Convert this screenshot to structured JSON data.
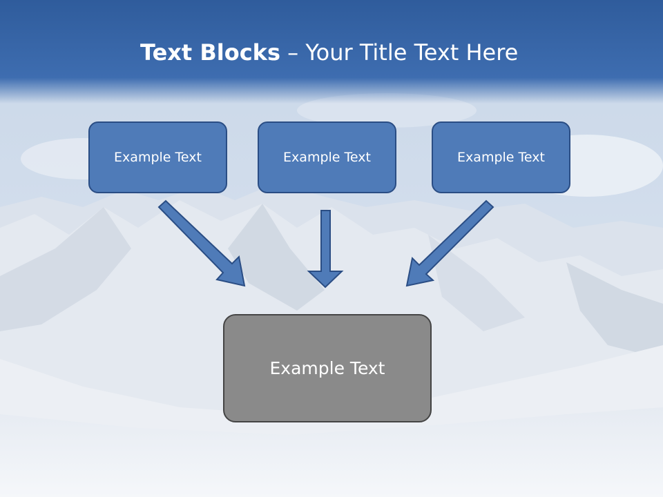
{
  "title": {
    "bold": "Text Blocks",
    "dash": " – ",
    "rest": "Your Title Text Here"
  },
  "blocks": [
    {
      "label": "Example Text"
    },
    {
      "label": "Example Text"
    },
    {
      "label": "Example Text"
    }
  ],
  "main_block": {
    "label": "Example Text"
  },
  "colors": {
    "header_blue": "#3b68a8",
    "box_blue": "#4f7bb8",
    "box_border": "#2a4d84",
    "main_gray": "#8a8a8a"
  }
}
